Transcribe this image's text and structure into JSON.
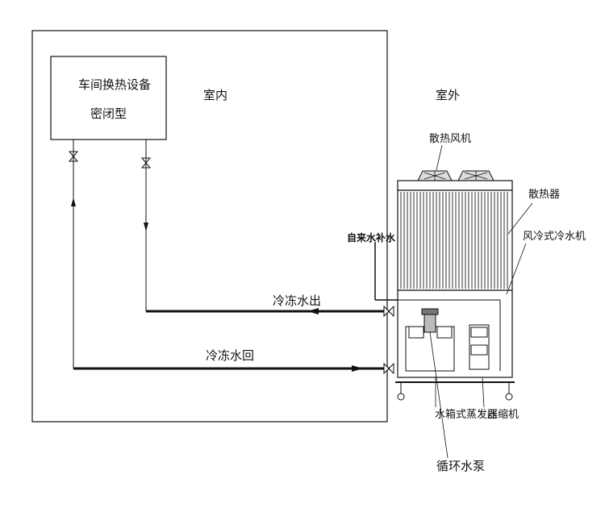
{
  "labels": {
    "workshop_equipment_line1": "车间换热设备",
    "workshop_equipment_line2": "密闭型",
    "indoor": "室内",
    "outdoor": "室外",
    "cooling_fan": "散热风机",
    "radiator": "散热器",
    "air_cooled_chiller": "风冷式冷水机",
    "tap_water_makeup": "自来水补水",
    "chilled_water_out": "冷冻水出",
    "chilled_water_return": "冷冻水回",
    "tank_evaporator": "水箱式蒸发器",
    "compressor": "压缩机",
    "circulation_pump": "循环水泵"
  },
  "colors": {
    "line": "#111111",
    "background": "#ffffff"
  }
}
